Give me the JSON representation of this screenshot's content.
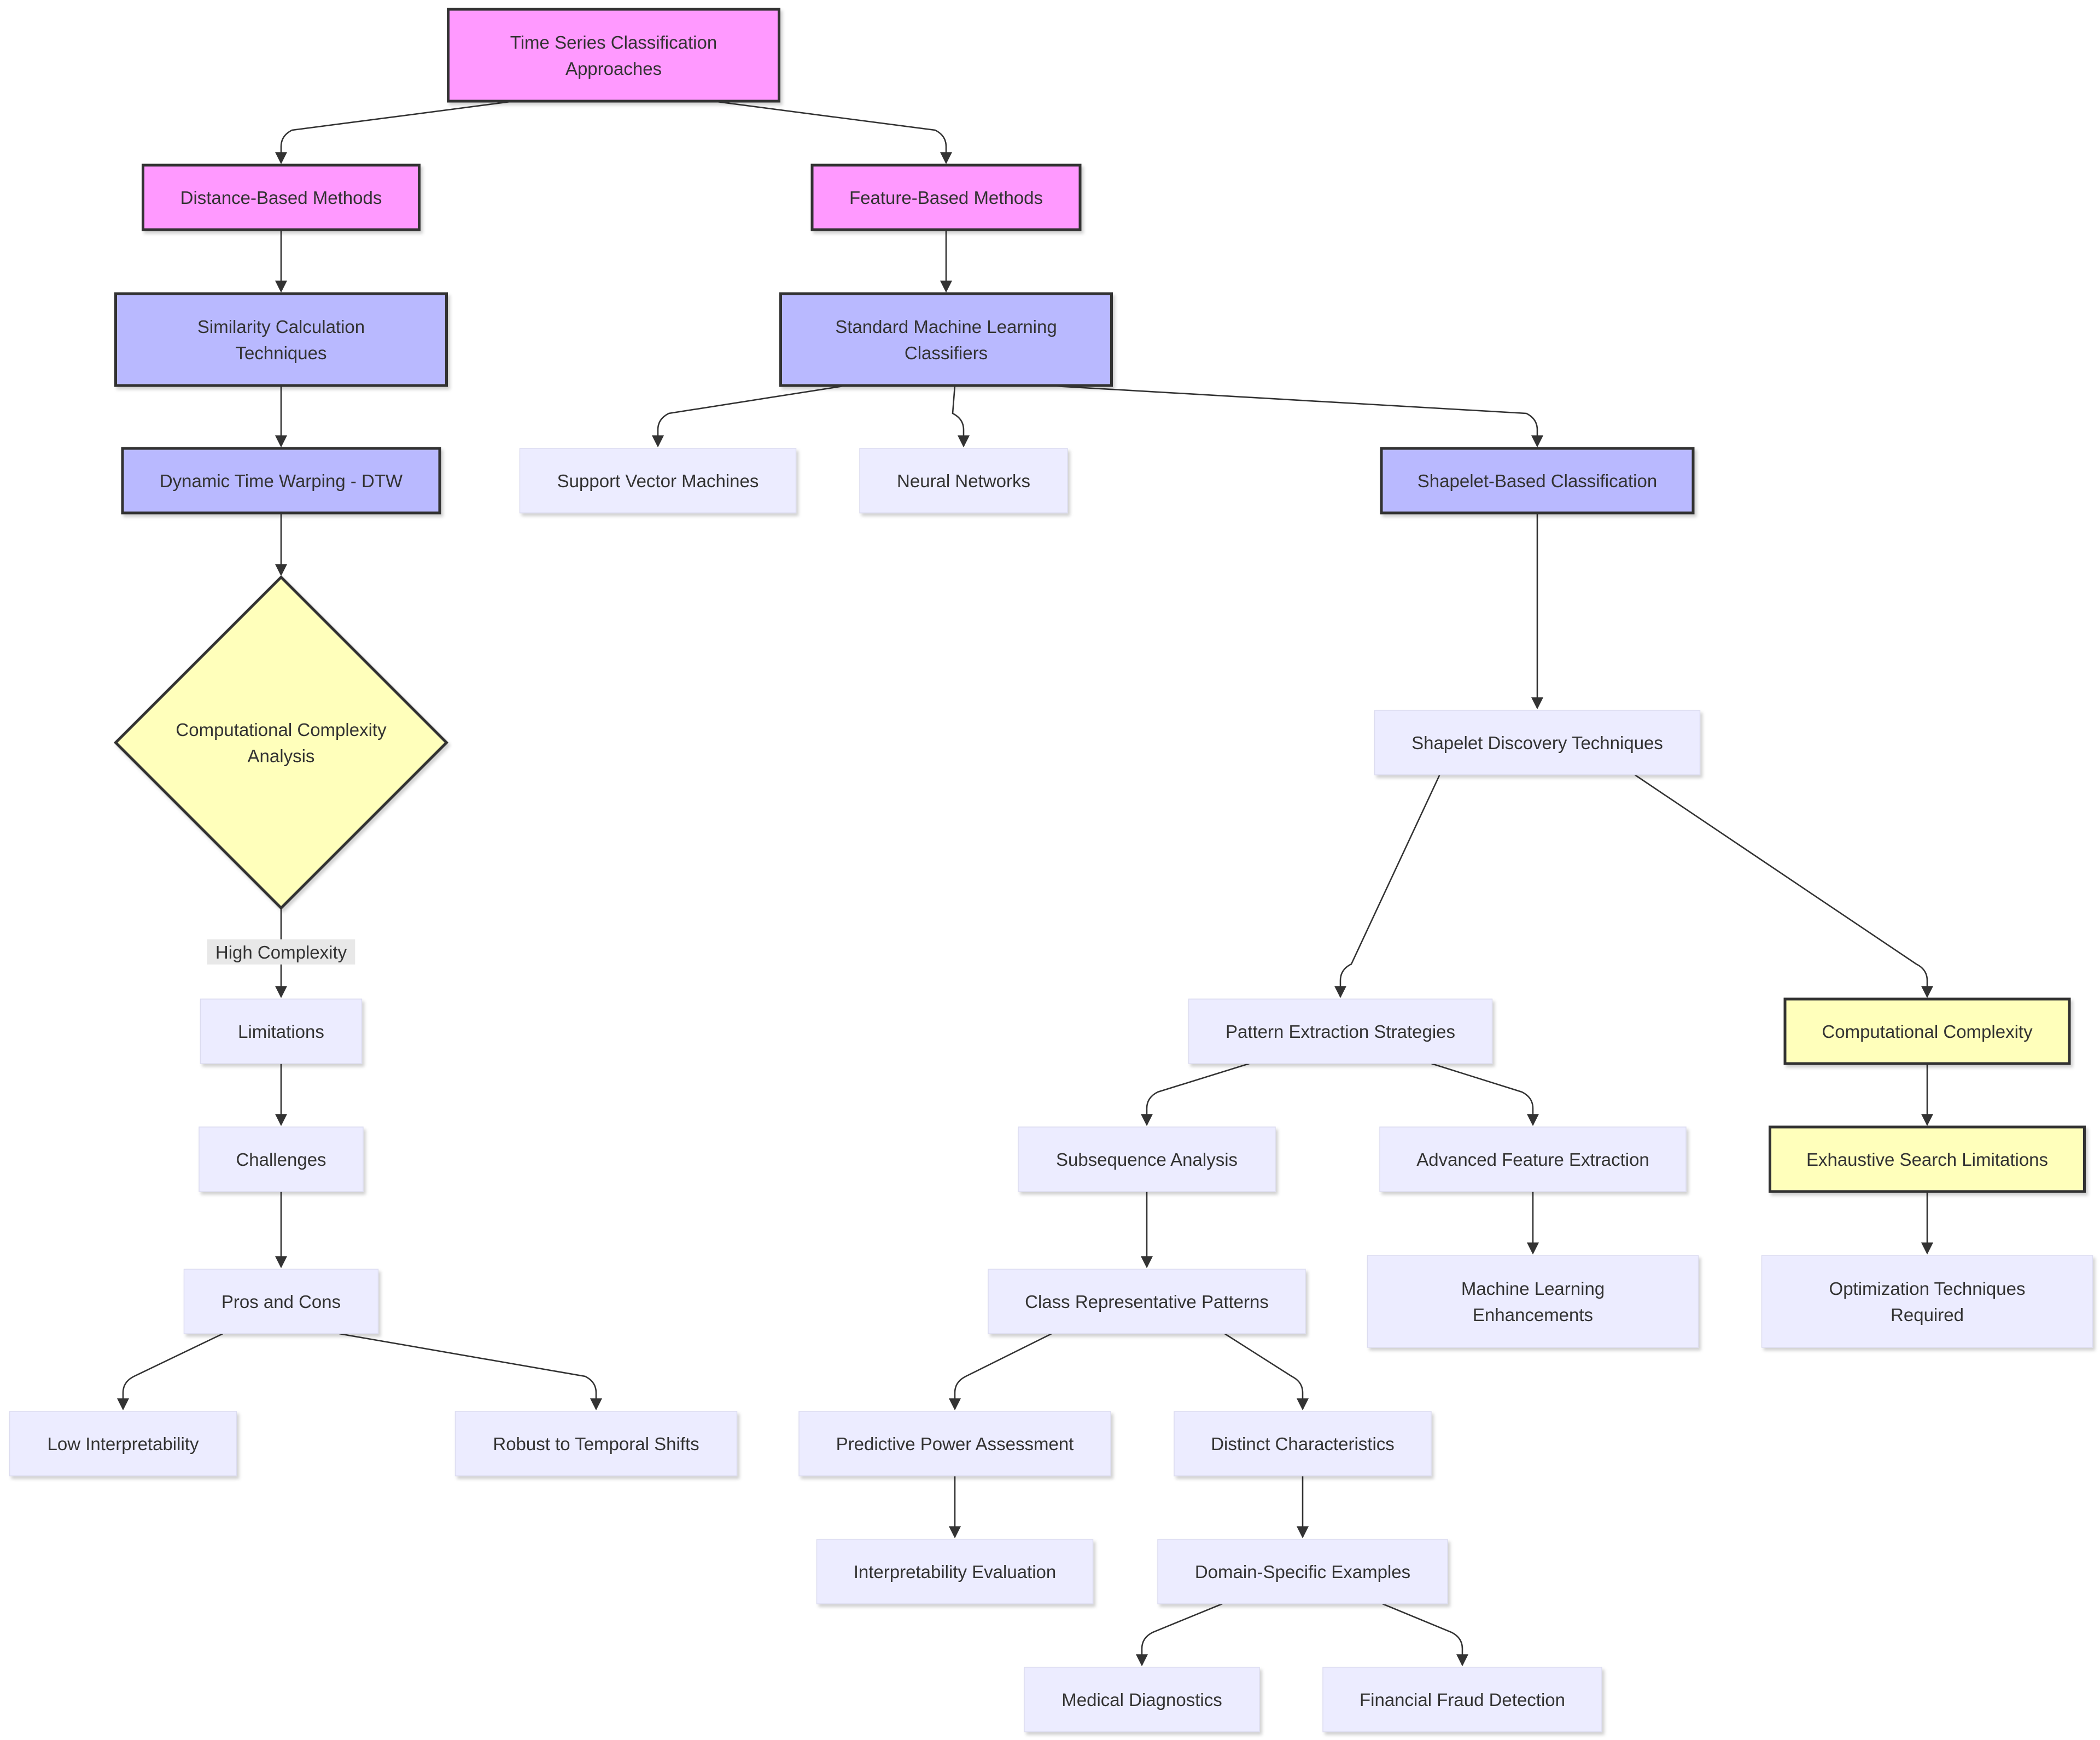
{
  "colors": {
    "pink_fill": "#ff99ff",
    "blue_fill": "#b9b9ff",
    "yellow_fill": "#ffffbb",
    "default_fill": "#ececff",
    "stroke": "#333333",
    "edge": "#333333",
    "label_bg": "#e8e8e8"
  },
  "nodes": {
    "root": "Time Series Classification Approaches",
    "distance": "Distance-Based Methods",
    "feature": "Feature-Based Methods",
    "similarity": "Similarity Calculation Techniques",
    "dtw": "Dynamic Time Warping - DTW",
    "complexity_analysis": "Computational Complexity Analysis",
    "limitations": "Limitations",
    "challenges": "Challenges",
    "pros_cons": "Pros and Cons",
    "low_interp": "Low Interpretability",
    "robust": "Robust to Temporal Shifts",
    "standard_ml": "Standard Machine Learning Classifiers",
    "svm": "Support Vector Machines",
    "nn": "Neural Networks",
    "shapelet": "Shapelet-Based Classification",
    "shapelet_discovery": "Shapelet Discovery Techniques",
    "pattern_extraction": "Pattern Extraction Strategies",
    "comp_complexity": "Computational Complexity",
    "subsequence": "Subsequence Analysis",
    "advanced_feature": "Advanced Feature Extraction",
    "exhaustive": "Exhaustive Search Limitations",
    "class_rep": "Class Representative Patterns",
    "ml_enh": "Machine Learning Enhancements",
    "optimization": "Optimization Techniques Required",
    "predictive": "Predictive Power Assessment",
    "distinct": "Distinct Characteristics",
    "interp_eval": "Interpretability Evaluation",
    "domain_examples": "Domain-Specific Examples",
    "medical": "Medical Diagnostics",
    "financial": "Financial Fraud Detection"
  },
  "edge_labels": {
    "high_complexity": "High Complexity"
  }
}
